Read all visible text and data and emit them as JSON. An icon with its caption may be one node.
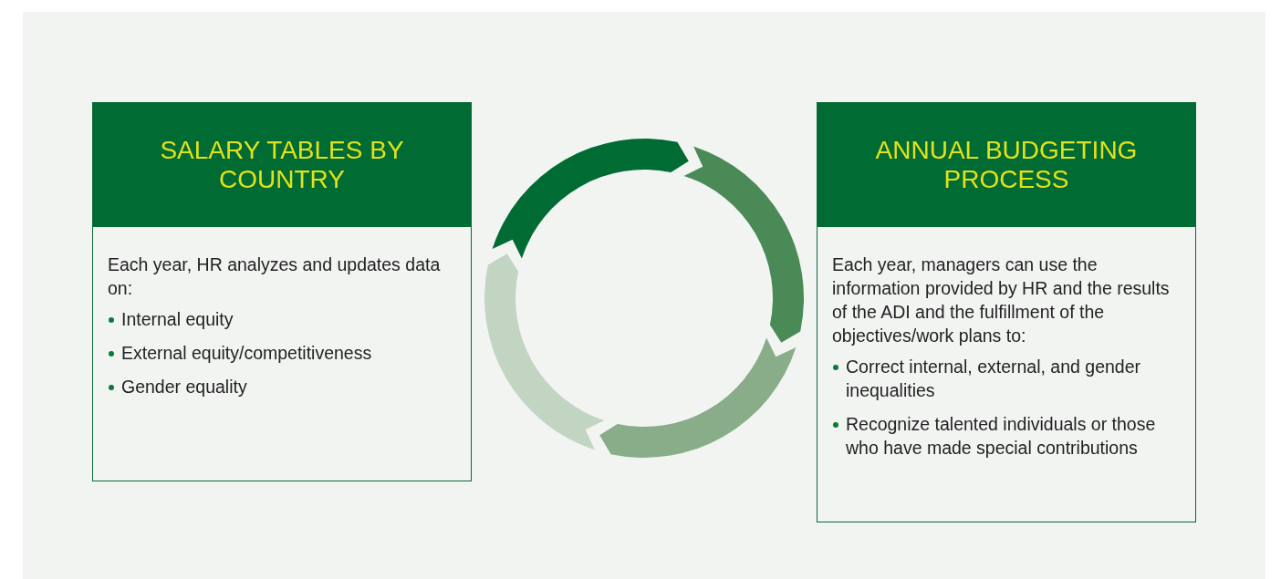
{
  "diagram": {
    "nodes": [
      {
        "text": [
          "SALARY TABLES BY COUNTRY",
          "Each year, HR analyzes and updates data on:",
          "Internal equity",
          "External equity/competitiveness",
          "Gender equality"
        ]
      },
      {
        "text": [
          "ANNUAL BUDGETING PROCESS",
          "Each year, managers can use the information provided by HR and the results of the ADI and the fulfillment of the objectives/work plans to:",
          "Correct internal, external, and gender inequalities",
          "Recognize talented individuals or those who have made special contributions"
        ]
      }
    ]
  }
}
